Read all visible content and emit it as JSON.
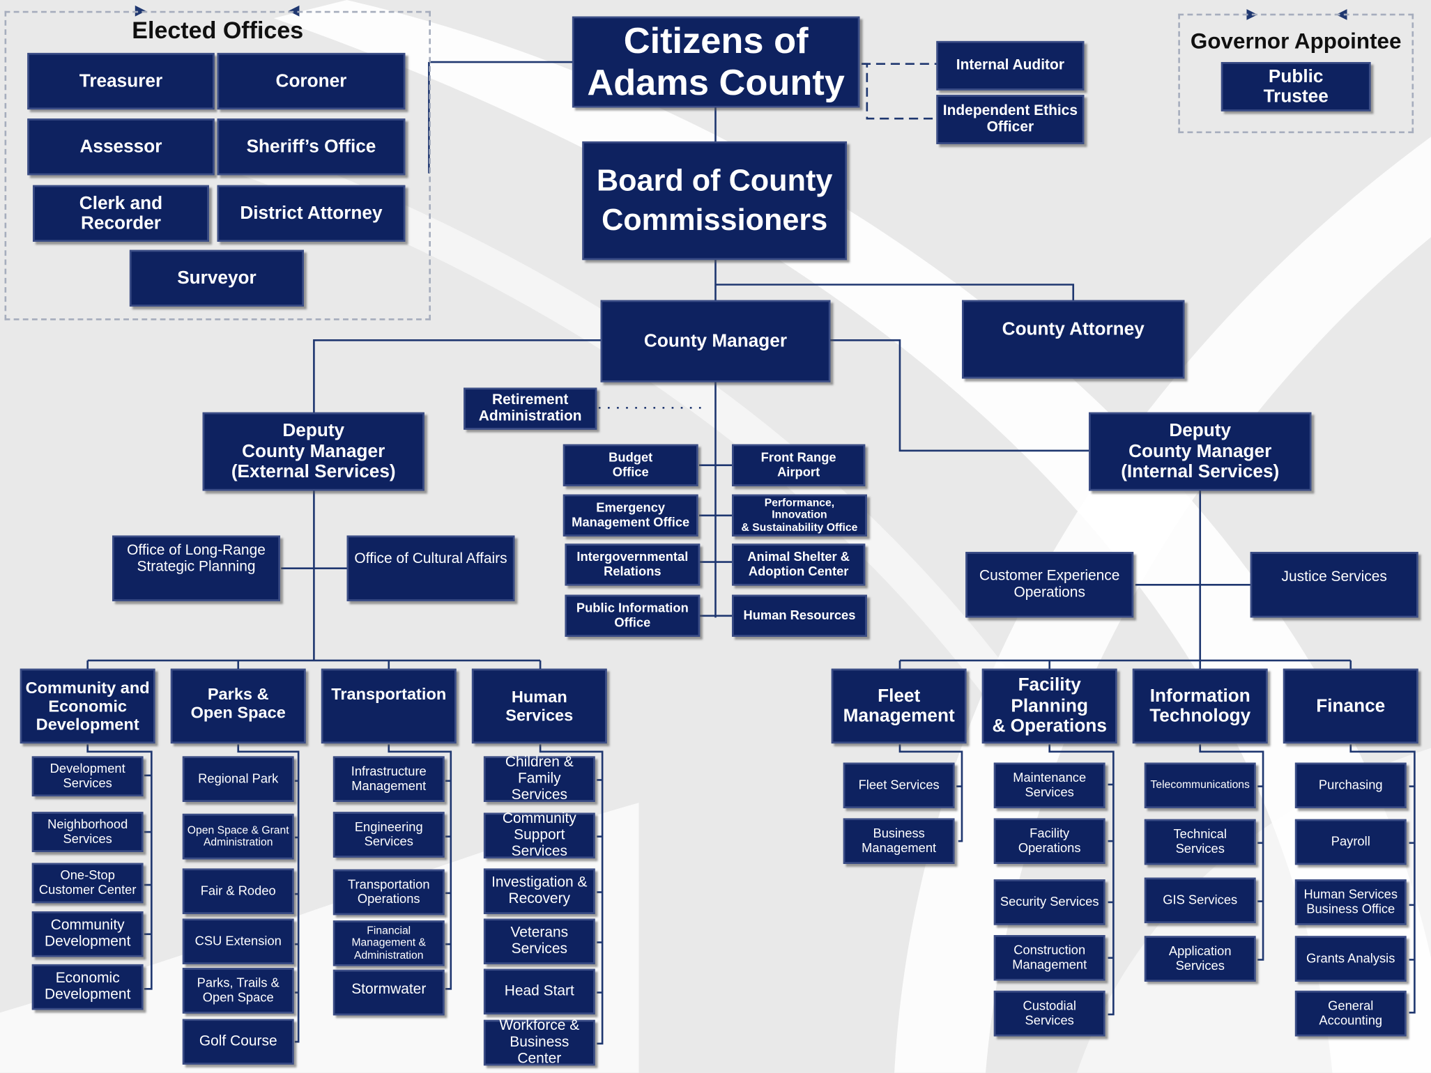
{
  "citizens": "Citizens of\nAdams County",
  "board": "Board of County\nCommissioners",
  "internal_auditor": "Internal Auditor",
  "ethics_officer": "Independent Ethics\nOfficer",
  "elected": {
    "title": "Elected Offices",
    "treasurer": "Treasurer",
    "coroner": "Coroner",
    "assessor": "Assessor",
    "sheriff": "Sheriff’s Office",
    "clerk": "Clerk and\nRecorder",
    "district_attorney": "District Attorney",
    "surveyor": "Surveyor"
  },
  "governor": {
    "title": "Governor Appointee",
    "public_trustee": "Public\nTrustee"
  },
  "county_manager": "County Manager",
  "county_attorney": "County Attorney",
  "retirement": "Retirement\nAdministration",
  "cm_offices": {
    "budget": "Budget\nOffice",
    "airport": "Front Range\nAirport",
    "emergency": "Emergency\nManagement Office",
    "performance": "Performance, Innovation\n& Sustainability Office",
    "intergov": "Intergovernmental\nRelations",
    "animal": "Animal Shelter &\nAdoption Center",
    "public_info": "Public Information\nOffice",
    "hr": "Human Resources"
  },
  "deputy_external": "Deputy\nCounty Manager\n(External Services)",
  "deputy_internal": "Deputy\nCounty Manager\n(Internal Services)",
  "long_range": "Office of Long-Range\nStrategic Planning",
  "cultural": "Office of Cultural Affairs",
  "customer_exp": "Customer Experience\nOperations",
  "justice": "Justice Services",
  "departments": {
    "ced": {
      "title": "Community and\nEconomic\nDevelopment",
      "items": [
        "Development\nServices",
        "Neighborhood\nServices",
        "One-Stop\nCustomer Center",
        "Community\nDevelopment",
        "Economic\nDevelopment"
      ]
    },
    "parks": {
      "title": "Parks &\nOpen Space",
      "items": [
        "Regional Park",
        "Open Space & Grant\nAdministration",
        "Fair & Rodeo",
        "CSU Extension",
        "Parks, Trails &\nOpen Space",
        "Golf Course"
      ]
    },
    "transportation": {
      "title": "Transportation",
      "items": [
        "Infrastructure\nManagement",
        "Engineering\nServices",
        "Transportation\nOperations",
        "Financial\nManagement &\nAdministration",
        "Stormwater"
      ]
    },
    "human_services": {
      "title": "Human\nServices",
      "items": [
        "Children &\nFamily Services",
        "Community\nSupport Services",
        "Investigation &\nRecovery",
        "Veterans\nServices",
        "Head Start",
        "Workforce &\nBusiness Center"
      ]
    },
    "fleet": {
      "title": "Fleet\nManagement",
      "items": [
        "Fleet Services",
        "Business\nManagement"
      ]
    },
    "facility": {
      "title": "Facility\nPlanning\n& Operations",
      "items": [
        "Maintenance\nServices",
        "Facility Operations",
        "Security Services",
        "Construction\nManagement",
        "Custodial Services"
      ]
    },
    "it": {
      "title": "Information\nTechnology",
      "items": [
        "Telecommunications",
        "Technical Services",
        "GIS Services",
        "Application\nServices"
      ]
    },
    "finance": {
      "title": "Finance",
      "items": [
        "Purchasing",
        "Payroll",
        "Human Services\nBusiness Office",
        "Grants Analysis",
        "General\nAccounting"
      ]
    }
  },
  "colors": {
    "box_fill": "#0e2260",
    "box_border": "#3b4d86",
    "connector": "#1f3770",
    "background": "#e9e9e9"
  }
}
